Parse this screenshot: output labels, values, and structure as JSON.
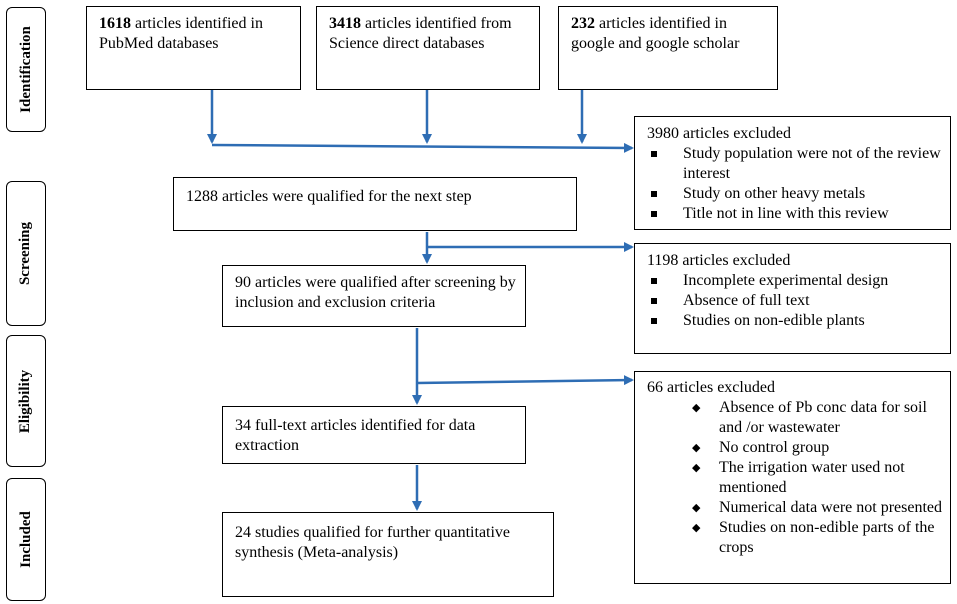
{
  "stages": [
    "Identification",
    "Screening",
    "Eligibility",
    "Included"
  ],
  "sources": [
    {
      "count": "1618",
      "text": " articles identified in PubMed databases"
    },
    {
      "count": "3418",
      "text": " articles identified from Science direct databases"
    },
    {
      "count": "232",
      "text": " articles identified in google and google scholar"
    }
  ],
  "flow": [
    "1288 articles were qualified for the next step",
    "90 articles were qualified after screening by inclusion and exclusion criteria",
    "34 full-text articles identified for data extraction",
    "24 studies qualified for further quantitative synthesis (Meta-analysis)"
  ],
  "exclusions": [
    {
      "title": "3980 articles excluded",
      "items": [
        "Study population were not of the review interest",
        "Study on other heavy metals",
        "Title not in line with this review"
      ]
    },
    {
      "title": "1198 articles excluded",
      "items": [
        "Incomplete experimental design",
        "Absence of full text",
        "Studies on non-edible plants"
      ]
    },
    {
      "title": "66 articles excluded",
      "items": [
        "Absence of Pb conc data for soil and /or wastewater",
        "No control group",
        "The irrigation water used not mentioned",
        "Numerical data were not presented",
        "Studies on non-edible parts of the crops"
      ]
    }
  ],
  "colors": {
    "arrow": "#2e6db4",
    "border": "#000000"
  }
}
